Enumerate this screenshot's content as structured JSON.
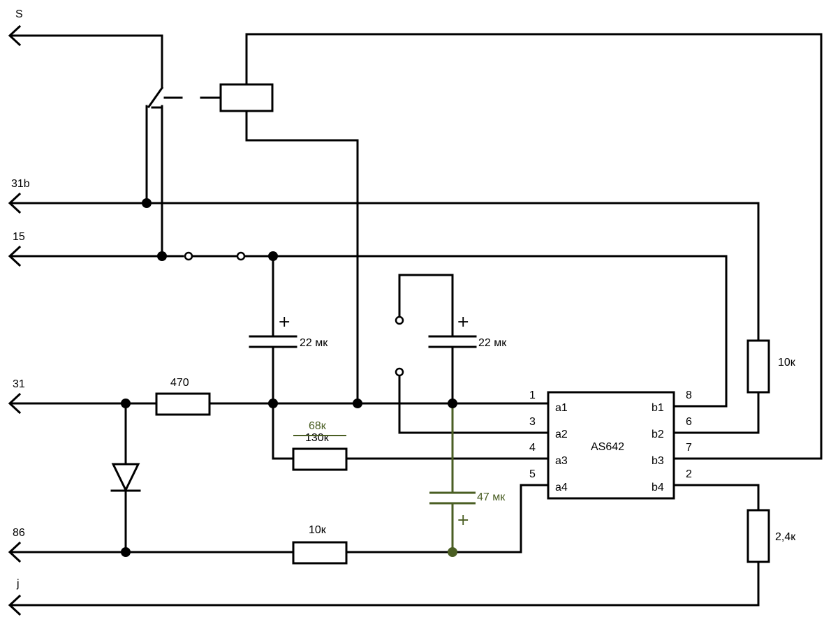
{
  "terminals": {
    "s": "S",
    "t31b": "31b",
    "t15": "15",
    "t31": "31",
    "t86": "86",
    "tj": "j"
  },
  "chip": {
    "name": "AS642",
    "left_pins": [
      {
        "num": "1",
        "name": "a1"
      },
      {
        "num": "3",
        "name": "a2"
      },
      {
        "num": "4",
        "name": "a3"
      },
      {
        "num": "5",
        "name": "a4"
      }
    ],
    "right_pins": [
      {
        "num": "8",
        "name": "b1"
      },
      {
        "num": "6",
        "name": "b2"
      },
      {
        "num": "7",
        "name": "b3"
      },
      {
        "num": "2",
        "name": "b4"
      }
    ]
  },
  "components": {
    "r470": "470",
    "r130k": "130к",
    "r130k_replacement": "68к",
    "r10k_bottom": "10к",
    "r10k_right": "10к",
    "r2_4k": "2,4к",
    "c22_left": "22 мк",
    "c22_right": "22 мк",
    "c47": "47 мк",
    "plus": "+"
  },
  "colors": {
    "wire": "#000000",
    "modification": "#4a5e23"
  }
}
